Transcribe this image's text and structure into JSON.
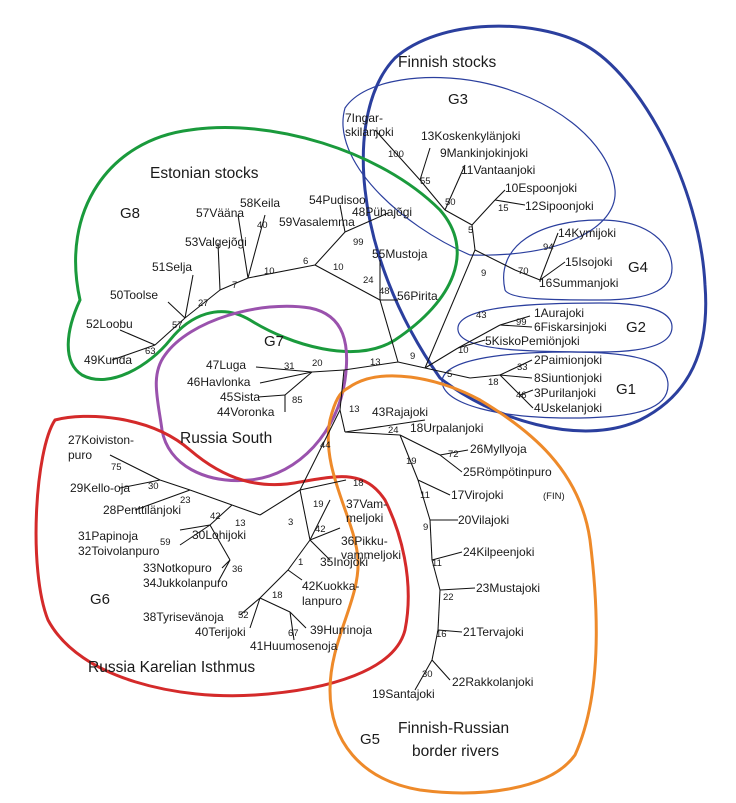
{
  "regions": {
    "finnish": "Finnish stocks",
    "estonian": "Estonian stocks",
    "russia_south": "Russia South",
    "karelian": "Russia Karelian Isthmus",
    "border_1": "Finnish-Russian",
    "border_2": "border rivers"
  },
  "groups": {
    "g1": "G1",
    "g2": "G2",
    "g3": "G3",
    "g4": "G4",
    "g5": "G5",
    "g6": "G6",
    "g7": "G7",
    "g8": "G8"
  },
  "colors": {
    "finnish": "#2b3f9e",
    "estonian": "#1a9a3c",
    "russia_south": "#9a52ad",
    "karelian": "#d42a2a",
    "border": "#ee8a2a"
  },
  "leaves": {
    "l7a": "7Ingar-",
    "l7b": "skilanjoki",
    "l13": "13Koskenkylänjoki",
    "l9": "9Mankinjokinjoki",
    "l11": "11Vantaanjoki",
    "l10": "10Espoonjoki",
    "l12": "12Sipoonjoki",
    "l14": "14Kymijoki",
    "l15": "15Isojoki",
    "l16": "16Summanjoki",
    "l1": "1Aurajoki",
    "l6": "6Fiskarsinjoki",
    "l5": "5KiskoPemiönjoki",
    "l2": "2Paimionjoki",
    "l8": "8Siuntionjoki",
    "l3": "3Purilanjoki",
    "l4": "4Uskelanjoki",
    "l58": "58Keila",
    "l57": "57Vääna",
    "l54": "54Pudisoo",
    "l48": "48Pühajõgi",
    "l59": "59Vasalemma",
    "l53": "53Valgejõgi",
    "l55": "55Mustoja",
    "l51": "51Selja",
    "l50": "50Toolse",
    "l56": "56Pirita",
    "l52": "52Loobu",
    "l49": "49Kunda",
    "l47": "47Luga",
    "l46": "46Havlonka",
    "l45": "45Sista",
    "l44": "44Voronka",
    "l43": "43Rajajoki",
    "l18": "18Urpalanjoki",
    "l26": "26Myllyoja",
    "l25": "25Römpötinpuro",
    "l17": "17Virojoki",
    "l17note": "(FIN)",
    "l20": "20Vilajoki",
    "l24": "24Kilpeenjoki",
    "l23": "23Mustajoki",
    "l21": "21Tervajoki",
    "l22": "22Rakkolanjoki",
    "l19": "19Santajoki",
    "l27a": "27Koiviston-",
    "l27b": "puro",
    "l29": "29Kello-oja",
    "l28": "28Penttilänjoki",
    "l30": "30Lohijoki",
    "l31": "31Papinoja",
    "l32": "32Toivolanpuro",
    "l33": "33Notkopuro",
    "l34": "34Jukkolanpuro",
    "l37a": "37Vam-",
    "l37b": "meljoki",
    "l36a": "36Pikku-",
    "l36b": "vammeljoki",
    "l35": "35Inojoki",
    "l42a": "42Kuokka-",
    "l42b": "lanpuro",
    "l38": "38Tyrisevänoja",
    "l40": "40Terijoki",
    "l39": "39Hurrinoja",
    "l41": "41Huumosenoja"
  },
  "support": {
    "s100": "100",
    "s55": "55",
    "s50": "50",
    "s15": "15",
    "s5": "5",
    "s9": "9",
    "s94": "94",
    "s70": "70",
    "s43": "43",
    "s99a": "99",
    "s10a": "10",
    "s33a": "33",
    "s18a": "18",
    "s46": "46",
    "s5b": "5",
    "s9b": "9",
    "s13": "13",
    "s40": "40",
    "s10b": "10",
    "s6": "6",
    "s10c": "10",
    "s99b": "99",
    "s24": "24",
    "s48": "48",
    "s7": "7",
    "s27": "27",
    "s57": "57",
    "s63": "63",
    "s31": "31",
    "s20": "20",
    "s85": "85",
    "s13b": "13",
    "s24b": "24",
    "s19": "19",
    "s72": "72",
    "s11a": "11",
    "s9c": "9",
    "s11b": "11",
    "s22": "22",
    "s16": "16",
    "s30a": "30",
    "s44": "44",
    "s18b": "18",
    "s75": "75",
    "s30b": "30",
    "s23": "23",
    "s42a": "42",
    "s13c": "13",
    "s59": "59",
    "s36": "36",
    "s3": "3",
    "s19b": "19",
    "s42b": "42",
    "s1": "1",
    "s18c": "18",
    "s52": "52",
    "s67": "67"
  }
}
